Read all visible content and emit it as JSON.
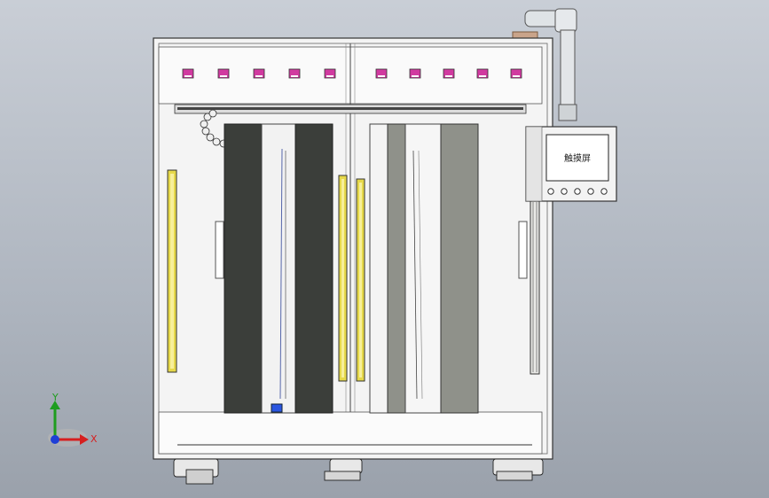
{
  "viewport": {
    "background_top": "#c9ced6",
    "background_bottom": "#9aa1ab"
  },
  "hmi_panel": {
    "screen_text": "触摸屏",
    "button_count": 5
  },
  "status_lights": {
    "count": 10,
    "color": "#d13aa0"
  },
  "triad": {
    "x_label": "X",
    "y_label": "Y",
    "x_color": "#d61f1f",
    "y_color": "#1f9d1f",
    "z_color": "#1f3fd6"
  },
  "colors": {
    "frame": "#f2f2f2",
    "frame_edge": "#333333",
    "dark_panel": "#3b3e3a",
    "grey_panel": "#8f918a",
    "light_rail": "#e9eae6",
    "yellow_curtain": "#e6d84a",
    "pipe": "#d9dde0"
  }
}
